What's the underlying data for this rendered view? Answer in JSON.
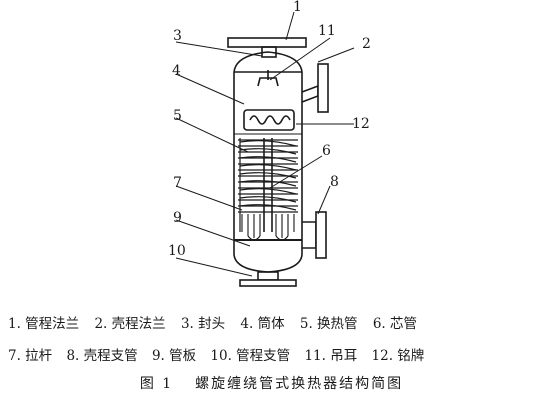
{
  "callout_numbers": [
    "1",
    "2",
    "3",
    "4",
    "5",
    "6",
    "7",
    "8",
    "9",
    "10",
    "11",
    "12"
  ],
  "legend": {
    "row1": [
      "1. 管程法兰",
      "2. 壳程法兰",
      "3. 封头",
      "4. 筒体",
      "5. 换热管",
      "6. 芯管"
    ],
    "row2": [
      "7. 拉杆",
      "8. 壳程支管",
      "9. 管板",
      "10. 管程支管",
      "11. 吊耳",
      "12. 铭牌"
    ]
  },
  "caption": {
    "figure_number": "图 1",
    "title": "螺旋缠绕管式换热器结构简图"
  }
}
